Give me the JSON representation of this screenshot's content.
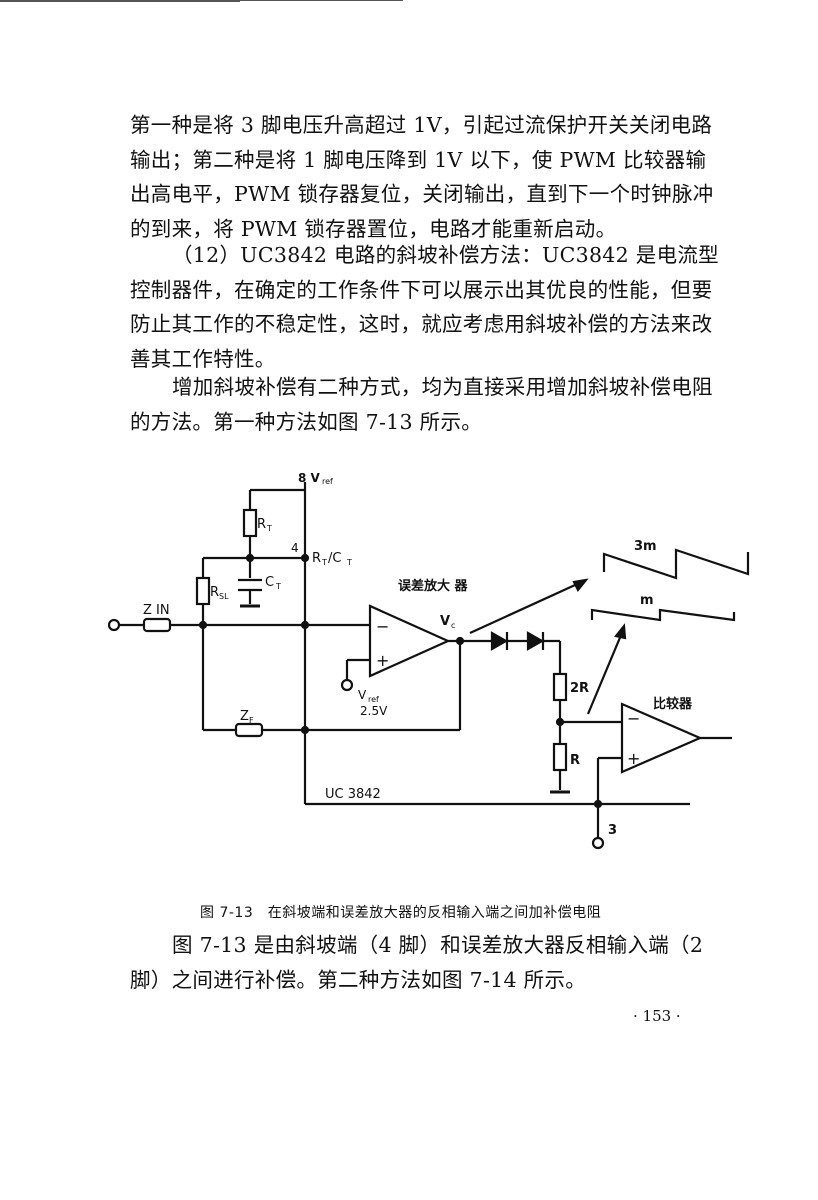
{
  "paragraphs": [
    "第一种是将 3 脚电压升高超过 1V，引起过流保护开关关闭电路输出；第二种是将 1 脚电压降到 1V 以下，使 PWM 比较器输出高电平，PWM 锁存器复位，关闭输出，直到下一个时钟脉冲的到来，将 PWM 锁存器置位，电路才能重新启动。",
    "（12）UC3842 电路的斜坡补偿方法：UC3842 是电流型控制器件，在确定的工作条件下可以展示出其优良的性能，但要防止其工作的不稳定性，这时，就应考虑用斜坡补偿的方法来改善其工作特性。",
    "增加斜坡补偿有二种方式，均为直接采用增加斜坡补偿电阻的方法。第一种方法如图 7-13 所示。",
    "图 7-13 是由斜坡端（4 脚）和误差放大器反相输入端（2 脚）之间进行补偿。第二种方法如图 7-14 所示。"
  ],
  "figure": {
    "caption": "图 7-13　在斜坡端和误差放大器的反相输入端之间加补偿电阻",
    "labels": {
      "vref_top": "8 V",
      "vref_sub": "ref",
      "rt": "R",
      "rt_sub": "T",
      "pin4": "4",
      "rtct": "R",
      "rtct_sub1": "T",
      "rtct_slash": "/C",
      "rtct_sub2": "T",
      "ct": "C",
      "ct_sub": "T",
      "rsl": "R",
      "rsl_sub": "SL",
      "zin": "Z IN",
      "error_amp": "误差放大 器",
      "vc": "V",
      "vc_sub": "c",
      "vref2": "V",
      "vref2_sub": "ref",
      "vref2_val": "2.5V",
      "zf": "Z",
      "zf_sub": "F",
      "minus": "−",
      "plus": "+",
      "wave_3m": "3m",
      "wave_m": "m",
      "r2": "2R",
      "r": "R",
      "comparator": "比较器",
      "chip": "UC 3842",
      "pin3": "3"
    }
  },
  "page_number": "· 153 ·"
}
